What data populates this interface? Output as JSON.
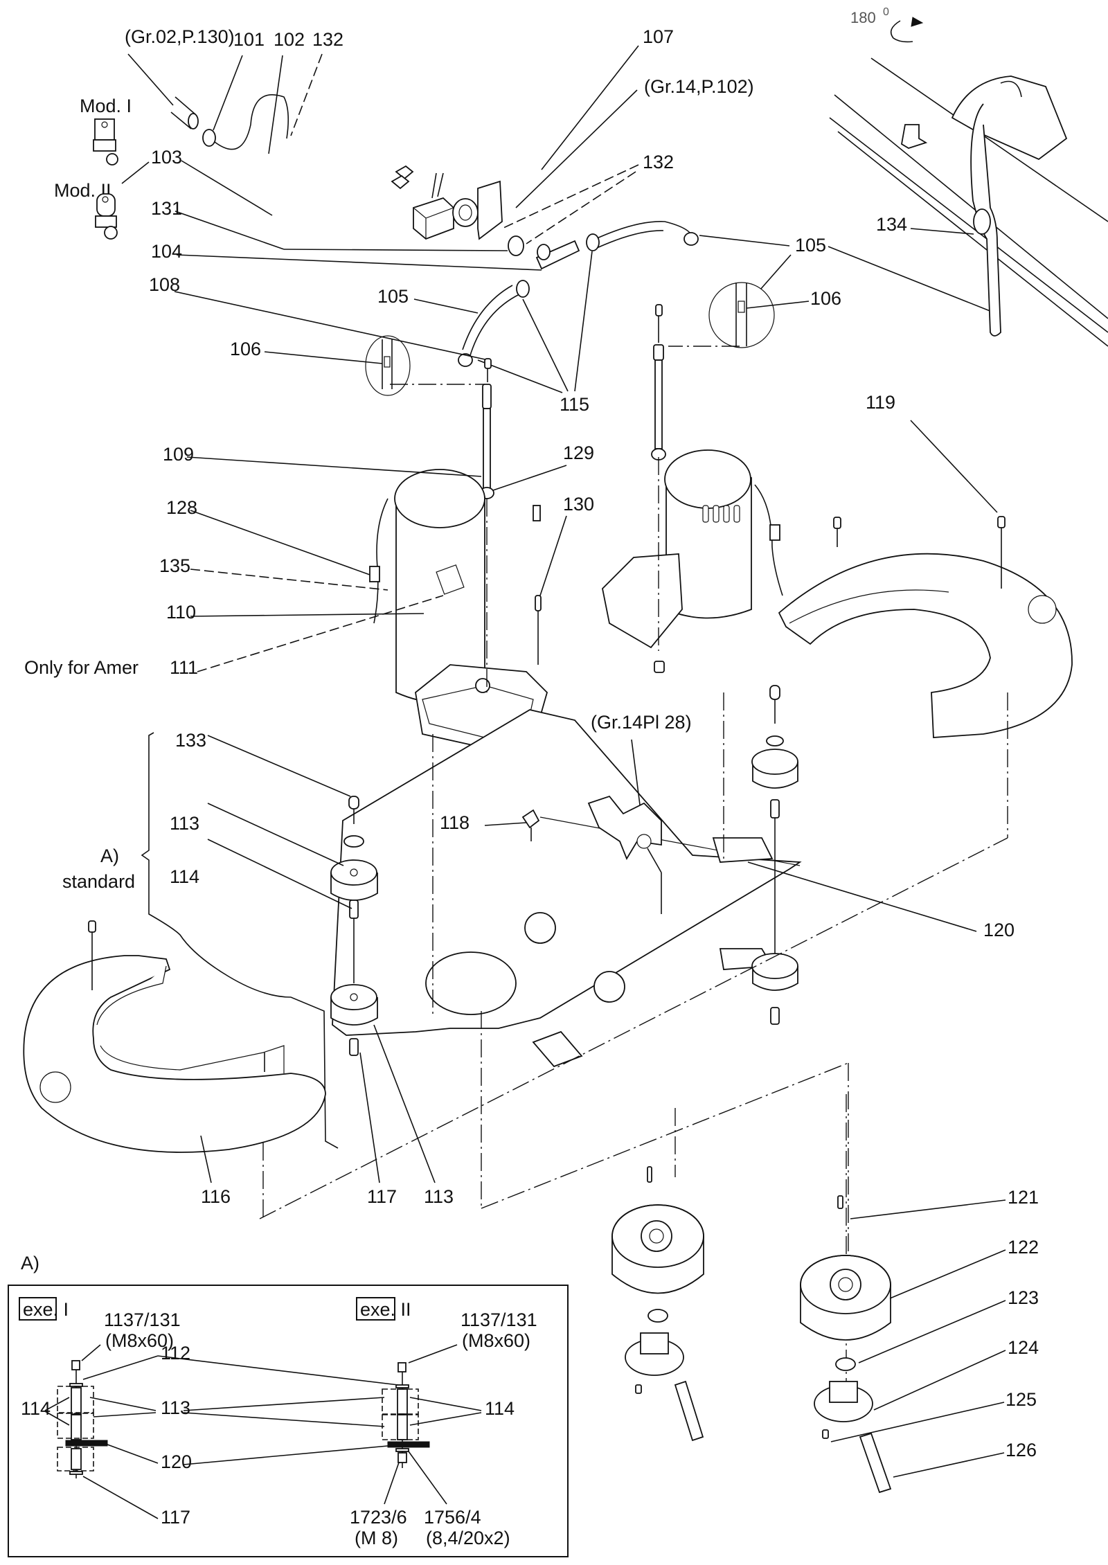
{
  "diagram": {
    "type": "exploded-parts-drawing",
    "rotation_note": {
      "value": "180",
      "unit_symbol": "0"
    },
    "references": {
      "gr02_p130": "(Gr.02,P.130)",
      "gr14_p102": "(Gr.14,P.102)",
      "gr14_pl28": "(Gr.14Pl 28)"
    },
    "models": {
      "mod1": "Mod. I",
      "mod2": "Mod. II"
    },
    "notes": {
      "only_for_amer": "Only for Amer",
      "a_marker": "A)",
      "standard": "standard"
    },
    "callouts": {
      "p101": "101",
      "p102": "102",
      "p103": "103",
      "p104": "104",
      "p105a": "105",
      "p105b": "105",
      "p106a": "106",
      "p106b": "106",
      "p107": "107",
      "p108": "108",
      "p109": "109",
      "p110": "110",
      "p111": "111",
      "p113a": "113",
      "p113b": "113",
      "p114": "114",
      "p115": "115",
      "p116": "116",
      "p117": "117",
      "p118": "118",
      "p119": "119",
      "p120": "120",
      "p121": "121",
      "p122": "122",
      "p123": "123",
      "p124": "124",
      "p125": "125",
      "p126": "126",
      "p128": "128",
      "p129": "129",
      "p130": "130",
      "p131": "131",
      "p132a": "132",
      "p132b": "132",
      "p133": "133",
      "p134": "134",
      "p135": "135"
    },
    "inset": {
      "title": "A)",
      "exe1": {
        "tag": "exe. I",
        "bolt_code": "1137/131",
        "bolt_spec": "(M8x60)",
        "labels": {
          "p112": "112",
          "p113": "113",
          "p114": "114",
          "p120": "120",
          "p117": "117"
        }
      },
      "exe2": {
        "tag": "exe. II",
        "bolt_code": "1137/131",
        "bolt_spec": "(M8x60)",
        "labels": {
          "p114": "114"
        },
        "nut_code": "1723/6",
        "nut_spec": "(M 8)",
        "washer_code": "1756/4",
        "washer_spec": "(8,4/20x2)"
      }
    }
  }
}
